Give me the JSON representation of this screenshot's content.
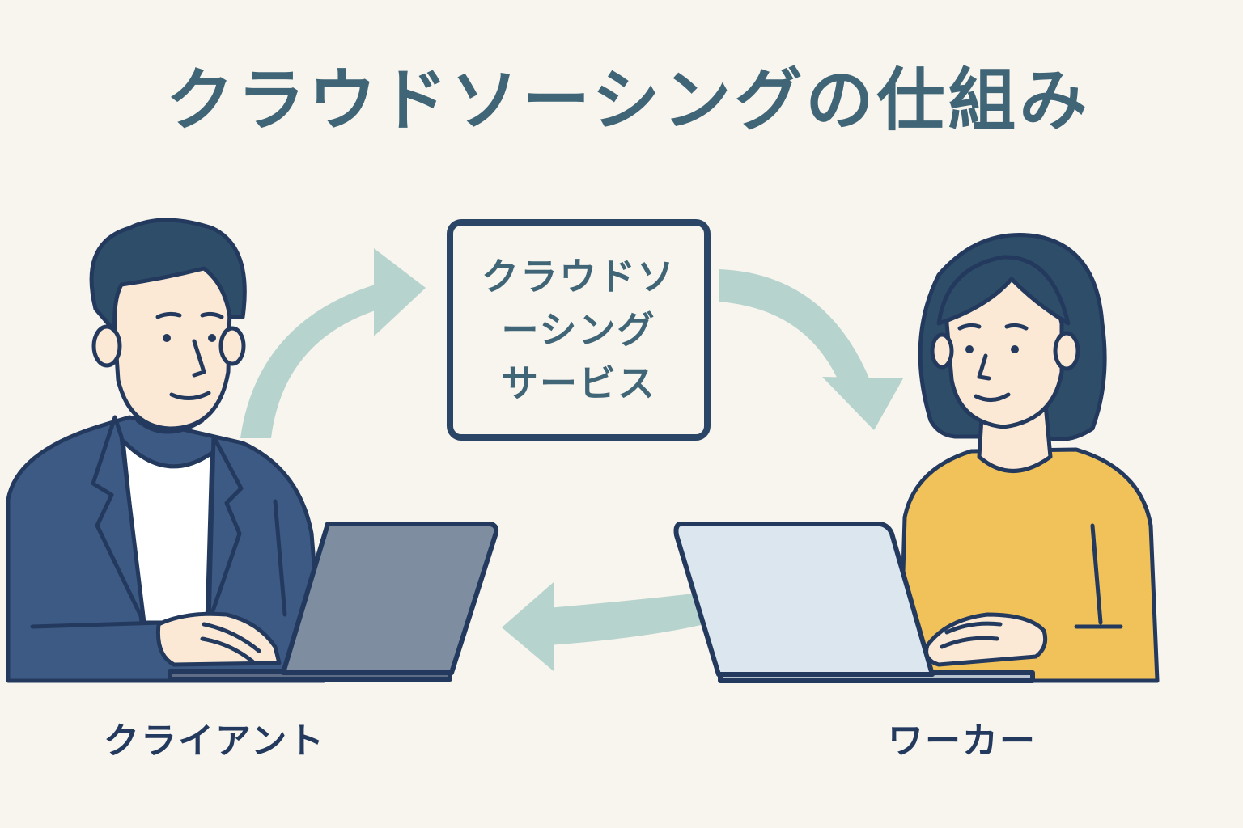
{
  "title": "クラウドソーシングの仕組み",
  "service": {
    "lines": [
      "クラウドソ",
      "ーシング",
      "サービス"
    ]
  },
  "client": {
    "label": "クライアント"
  },
  "worker": {
    "label": "ワーカー"
  },
  "colors": {
    "background": "#f8f5ee",
    "title": "#3f6577",
    "outline": "#233a5e",
    "arrow": "#b6d3ce",
    "jacket": "#3d5a84",
    "hair": "#2e4d69",
    "skin": "#fbe9d6",
    "sweater": "#f2c25a",
    "laptop_client": "#7f8da0",
    "laptop_worker": "#dce6ee"
  }
}
